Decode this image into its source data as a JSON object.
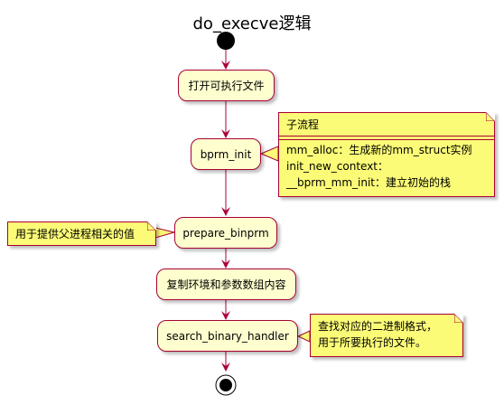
{
  "title": "do_execve逻辑",
  "activities": [
    {
      "id": "open",
      "label": "打开可执行文件"
    },
    {
      "id": "bprm_init",
      "label": "bprm_init"
    },
    {
      "id": "prepare",
      "label": "prepare_binprm"
    },
    {
      "id": "copy",
      "label": "复制环境和参数数组内容"
    },
    {
      "id": "search",
      "label": "search_binary_handler"
    }
  ],
  "notes": {
    "subflow": {
      "title": "子流程",
      "lines": [
        "mm_alloc：生成新的mm_struct实例",
        "init_new_context：",
        "__bprm_mm_init：建立初始的栈"
      ]
    },
    "prepare_note": {
      "lines": [
        "用于提供父进程相关的值"
      ]
    },
    "search_note": {
      "lines": [
        "查找对应的二进制格式，",
        "用于所要执行的文件。"
      ]
    }
  },
  "colors": {
    "activity_fill": "#FEFECE",
    "border": "#A80036",
    "note_fill": "#FBFB77",
    "node": "#000000"
  }
}
